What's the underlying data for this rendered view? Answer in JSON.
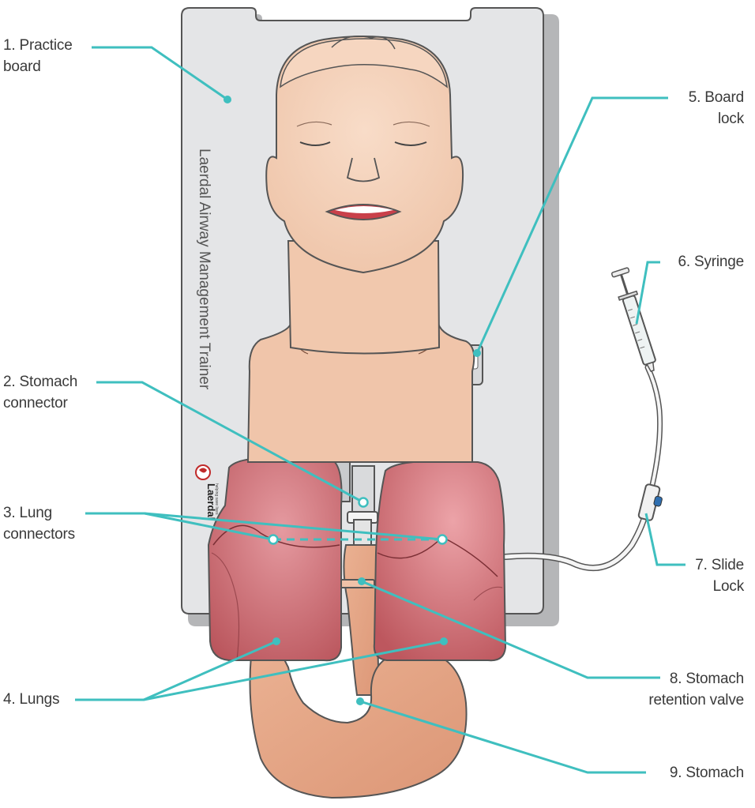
{
  "board_text": {
    "product": "Laerdal Airway Management Trainer",
    "brand": "Laerdal",
    "tagline": "helping save lives"
  },
  "labels": [
    {
      "id": "practice-board",
      "line1": "1. Practice",
      "line2": "board"
    },
    {
      "id": "stomach-connector",
      "line1": "2. Stomach",
      "line2": "connector"
    },
    {
      "id": "lung-connectors",
      "line1": "3. Lung",
      "line2": "connectors"
    },
    {
      "id": "lungs",
      "line1": "4.  Lungs",
      "line2": ""
    },
    {
      "id": "board-lock",
      "line1": "5. Board",
      "line2": "lock"
    },
    {
      "id": "syringe",
      "line1": "6. Syringe",
      "line2": ""
    },
    {
      "id": "slide-lock",
      "line1": "7. Slide",
      "line2": "Lock"
    },
    {
      "id": "stomach-retention-valve",
      "line1": "8. Stomach",
      "line2": "retention valve"
    },
    {
      "id": "stomach",
      "line1": "9. Stomach",
      "line2": ""
    }
  ],
  "colors": {
    "leader": "#3fbfbf",
    "board": "#e4e5e7",
    "skin": "#f2cdb5",
    "lung": "#c55c62",
    "stomach": "#e9a988"
  }
}
